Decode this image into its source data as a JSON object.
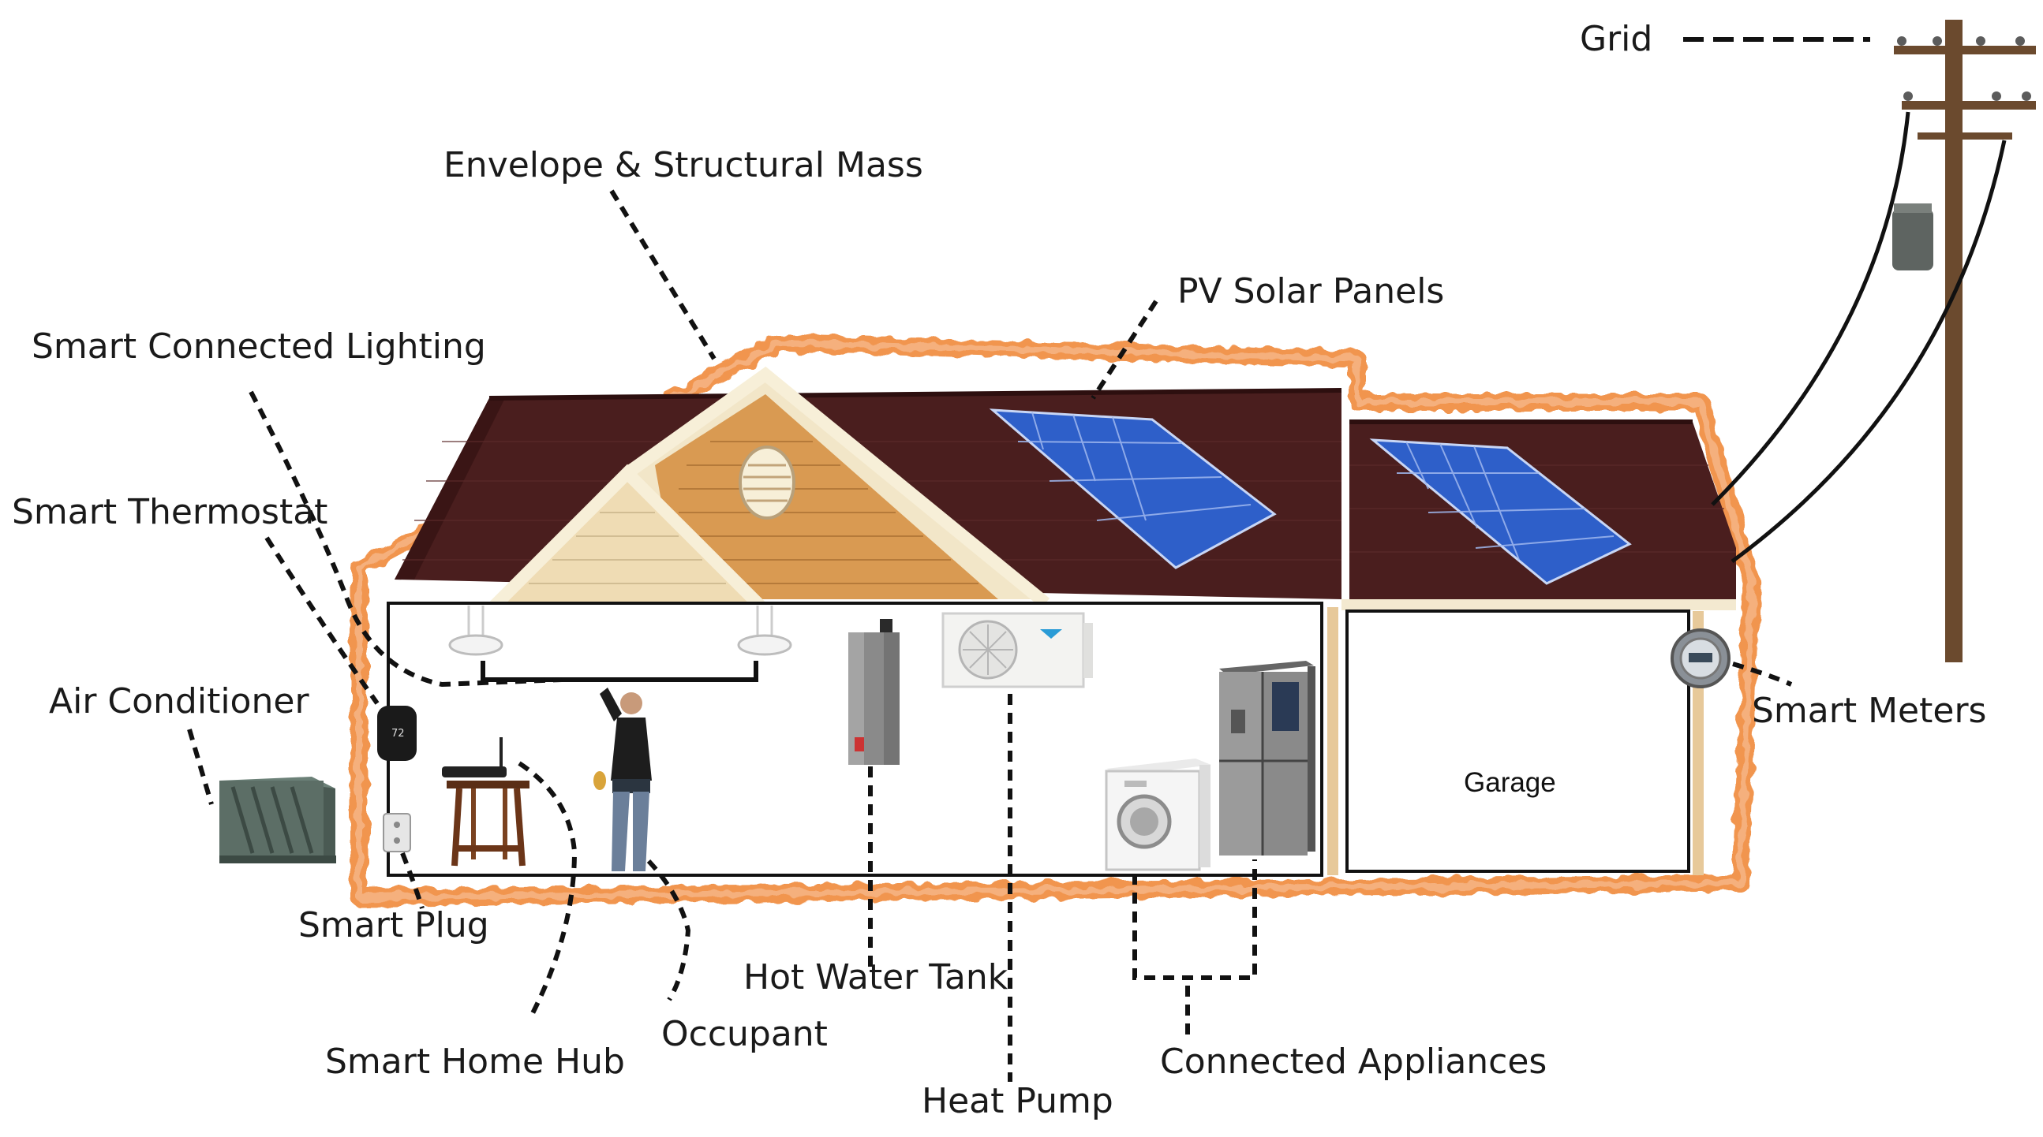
{
  "labels": {
    "grid": "Grid",
    "envelope": "Envelope & Structural Mass",
    "pv": "PV Solar Panels",
    "lighting": "Smart Connected Lighting",
    "thermostat": "Smart Thermostat",
    "air_conditioner": "Air Conditioner",
    "smart_plug": "Smart Plug",
    "hub": "Smart Home Hub",
    "occupant": "Occupant",
    "hot_water": "Hot Water Tank",
    "heat_pump": "Heat Pump",
    "appliances": "Connected Appliances",
    "smart_meters": "Smart Meters",
    "garage": "Garage"
  },
  "thermostat_display": "72",
  "colors": {
    "roof": "#4a1e1e",
    "envelope_outline": "#f08a3c",
    "siding_gable": "#d99a52",
    "siding_small_gable": "#efdcb4",
    "solar_panel": "#2e5fc9",
    "leader_line": "#111111"
  }
}
